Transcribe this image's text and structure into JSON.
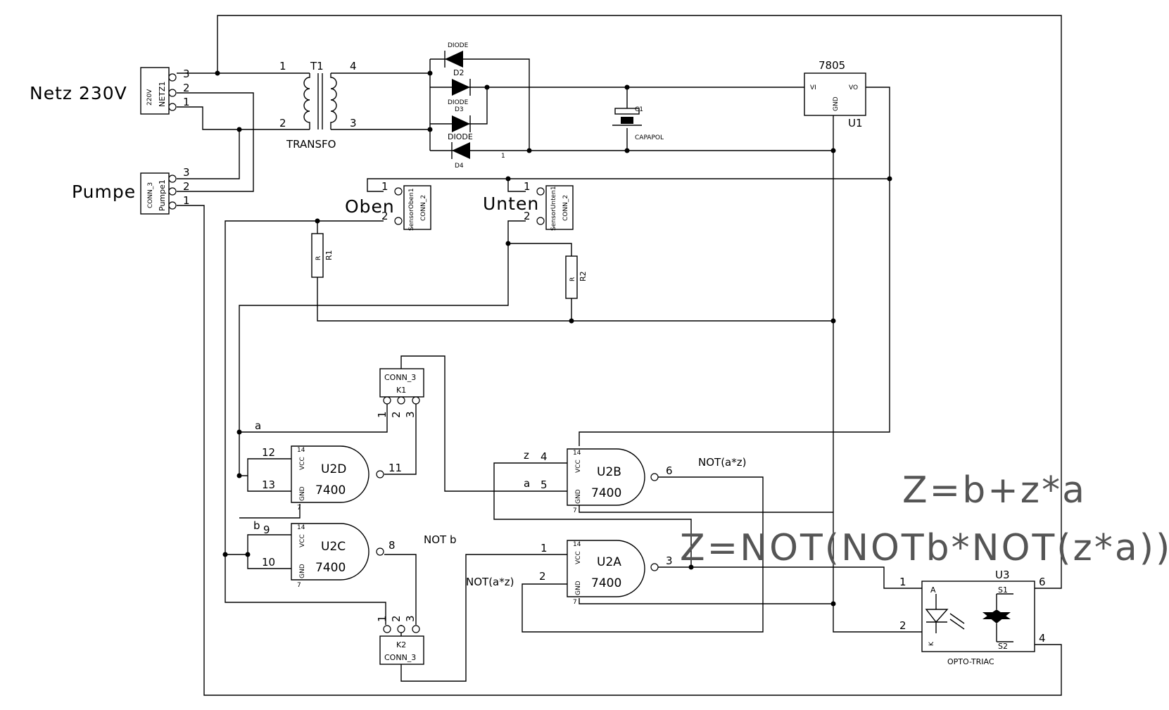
{
  "labels": {
    "netz": "Netz 230V",
    "pumpe": "Pumpe",
    "oben": "Oben",
    "unten": "Unten",
    "transfo_ref": "T1",
    "transfo": "TRANSFO",
    "reg_value": "7805",
    "reg_ref": "U1",
    "reg_vi": "VI",
    "reg_vo": "VO",
    "reg_gnd": "GND",
    "cap_ref": "C1",
    "cap_value": "CAPAPOL",
    "diode": "DIODE",
    "d2": "D2",
    "d3": "D3",
    "d4": "D4",
    "netz_ref": "NETZ1",
    "netz_val": "220V",
    "pumpe_ref": "Pumpe1",
    "conn3": "CONN_3",
    "conn2": "CONN_2",
    "sensor_oben": "SensorOben1",
    "sensor_unten": "SensorUnten1",
    "r1": "R1",
    "r2": "R2",
    "r": "R",
    "k1": "K1",
    "k2": "K2",
    "u2a": "U2A",
    "u2b": "U2B",
    "u2c": "U2C",
    "u2d": "U2D",
    "ic": "7400",
    "vcc": "VCC",
    "gnd": "GND",
    "u3": "U3",
    "opto": "OPTO-TRIAC",
    "opto_a": "A",
    "opto_k": "K",
    "opto_s1": "S1",
    "opto_s2": "S2",
    "net_a": "a",
    "net_b": "b",
    "net_z": "z",
    "not_az": "NOT(a*z)",
    "not_az2": "NOT(a*z)",
    "not_b": "NOT b",
    "formula1": "Z=b+z*a",
    "formula2": "Z=NOT(NOTb*NOT(z*a))"
  },
  "pin_numbers": [
    "1",
    "2",
    "3",
    "4",
    "5",
    "6",
    "7",
    "8",
    "9",
    "10",
    "11",
    "12",
    "13",
    "14"
  ]
}
